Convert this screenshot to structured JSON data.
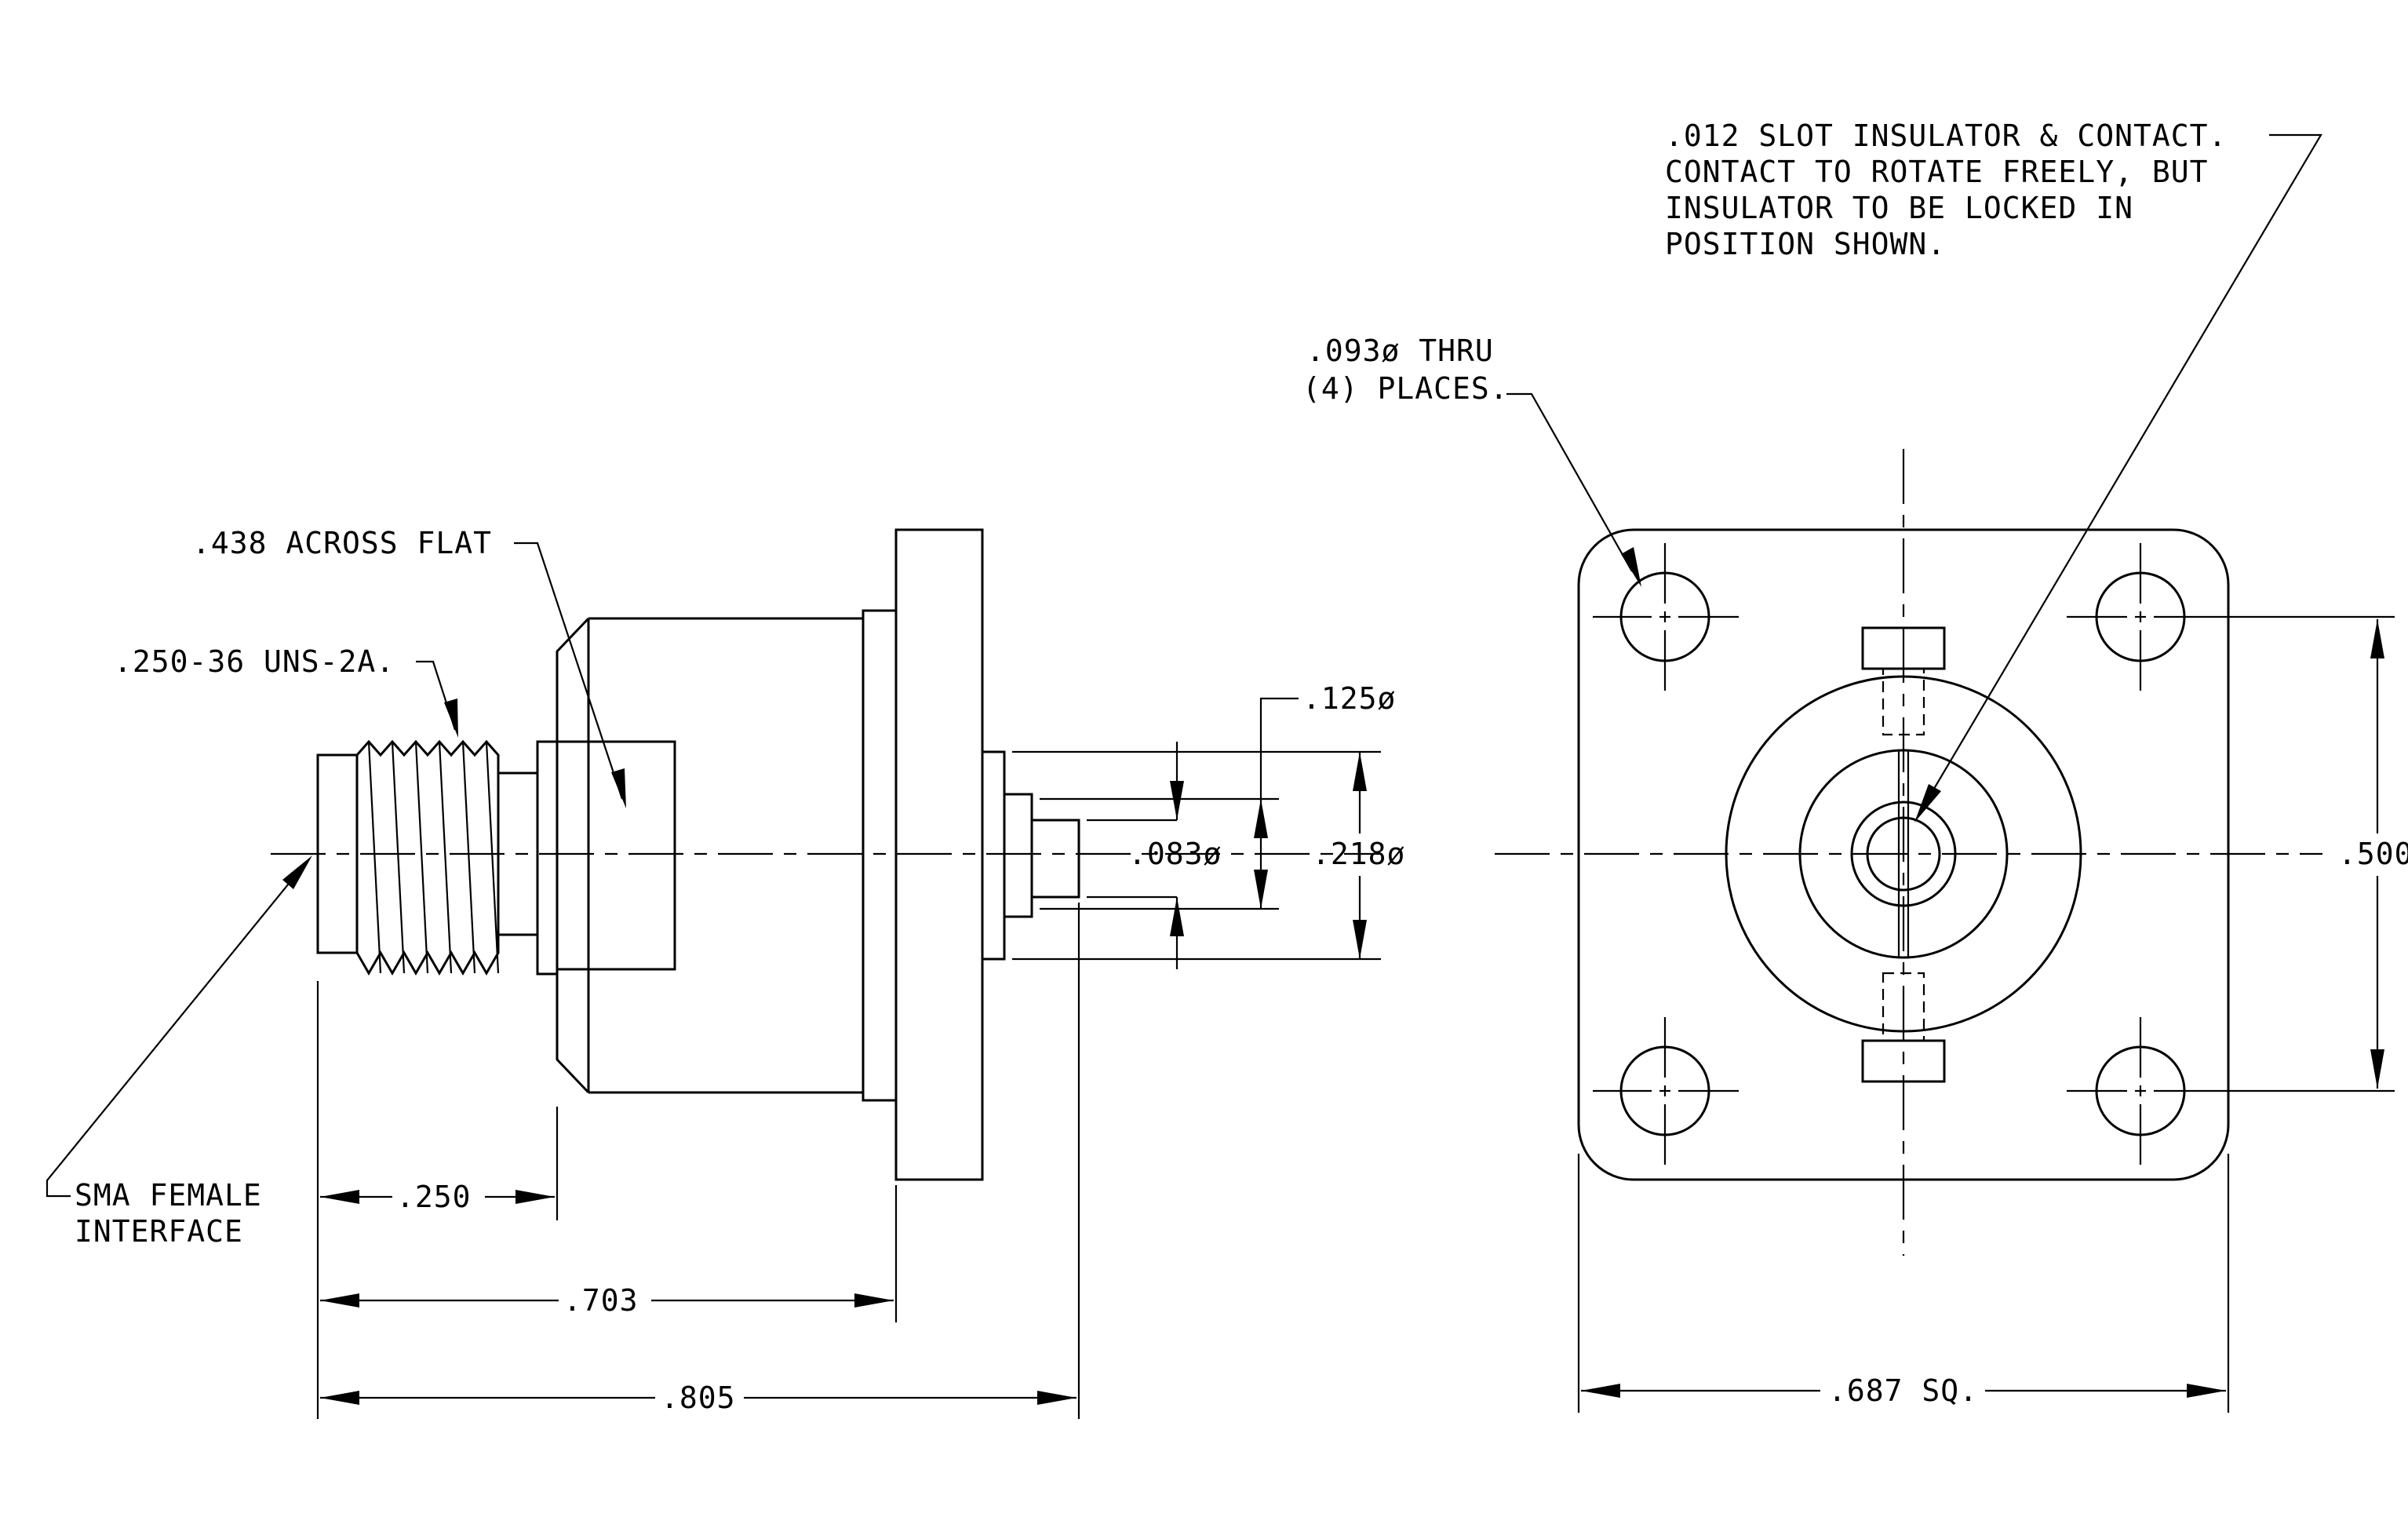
{
  "drawing": {
    "title": "SMA female connector, 4-hole flange mount — engineering drawing",
    "notes": {
      "slot_line1": ".012 SLOT INSULATOR & CONTACT.",
      "slot_line2": "CONTACT TO ROTATE FREELY, BUT",
      "slot_line3": "INSULATOR TO BE LOCKED IN",
      "slot_line4": "POSITION SHOWN.",
      "holes_line1": ".093ø THRU",
      "holes_line2": "(4) PLACES.",
      "flat": ".438 ACROSS FLAT",
      "thread": ".250-36 UNS-2A.",
      "interface_line1": "SMA FEMALE",
      "interface_line2": "INTERFACE"
    },
    "dimensions": {
      "d125": ".125ø",
      "d083": ".083ø",
      "d218": ".218ø",
      "d500": ".500",
      "d250": ".250",
      "d703": ".703",
      "d805": ".805",
      "d687": ".687 SQ."
    }
  }
}
